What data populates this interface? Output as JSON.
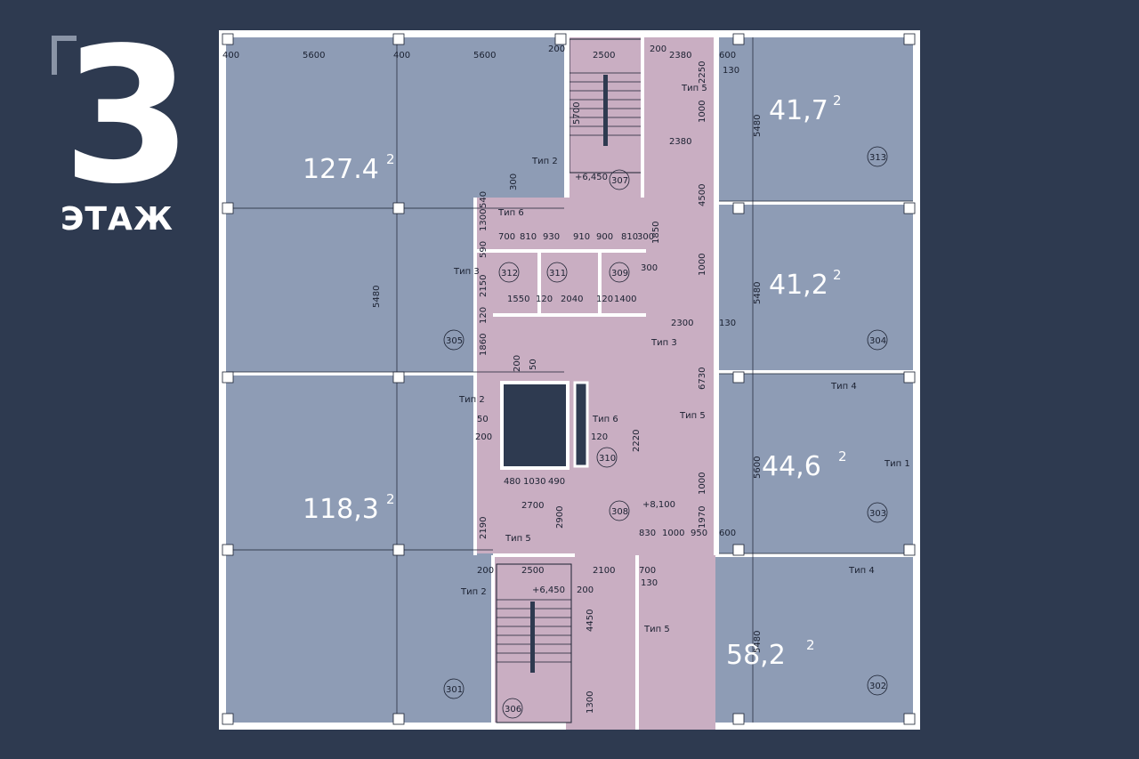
{
  "header": {
    "floor_number": "3",
    "floor_label": "ЭТАЖ"
  },
  "colors": {
    "background": "#2e3a50",
    "office": "#8e9cb5",
    "core": "#c9aec2",
    "shaft": "#2e3a50",
    "text": "#ffffff"
  },
  "areas": {
    "a305": "127.4",
    "a301": "118,3",
    "a313": "41,7",
    "a304": "41,2",
    "a303": "44,6",
    "a302": "58,2",
    "unit_sup": "2"
  },
  "rooms": [
    "301",
    "302",
    "303",
    "304",
    "305",
    "306",
    "307",
    "308",
    "309",
    "310",
    "311",
    "312",
    "313"
  ],
  "elevations": {
    "e1": "+6,450",
    "e2": "+6,450",
    "e3": "+8,100"
  },
  "types": {
    "t1": "Тип 1",
    "t2": "Тип 2",
    "t3": "Тип 3",
    "t4": "Тип 4",
    "t5": "Тип 5",
    "t6": "Тип 6"
  },
  "dims": {
    "d5600": "5600",
    "d400": "400",
    "d200": "200",
    "d2500": "2500",
    "d2380": "2380",
    "d600": "600",
    "d130": "130",
    "d5480": "5480",
    "d5700": "5700",
    "d1000": "1000",
    "d4500": "4500",
    "d300": "300",
    "d540": "540",
    "d1300": "1300",
    "d1850": "1850",
    "d700": "700",
    "d810": "810",
    "d930": "930",
    "d910": "910",
    "d900": "900",
    "d590": "590",
    "d2150": "2150",
    "d1550": "1550",
    "d120": "120",
    "d2040": "2040",
    "d1400": "1400",
    "d2300": "2300",
    "d1860": "1860",
    "d50": "50",
    "d6730": "6730",
    "d2220": "2220",
    "d480": "480",
    "d1030": "1030",
    "d490": "490",
    "d2700": "2700",
    "d2900": "2900",
    "d2190": "2190",
    "d830": "830",
    "d950": "950",
    "d1970": "1970",
    "d2100": "2100",
    "d4450": "4450",
    "d2250": "2250"
  }
}
